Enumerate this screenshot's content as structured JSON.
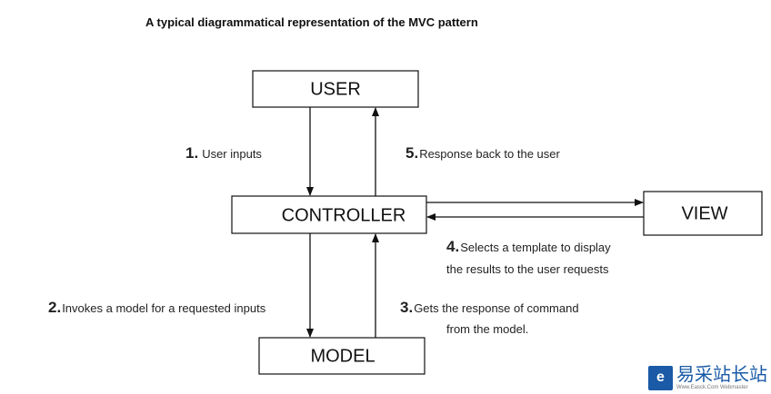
{
  "title": "A typical diagrammatical representation of the MVC pattern",
  "nodes": {
    "user": "USER",
    "controller": "CONTROLLER",
    "view": "VIEW",
    "model": "MODEL"
  },
  "edges": [
    {
      "num": "1.",
      "text": "User inputs",
      "from": "USER",
      "to": "CONTROLLER"
    },
    {
      "num": "2.",
      "text": "Invokes  a model for a requested inputs",
      "from": "CONTROLLER",
      "to": "MODEL"
    },
    {
      "num": "3.",
      "text": "Gets the response of command",
      "text2": "from the model.",
      "from": "MODEL",
      "to": "CONTROLLER"
    },
    {
      "num": "4.",
      "text": "Selects a template to display",
      "text2": "the results to the user requests",
      "from": "CONTROLLER",
      "to": "VIEW"
    },
    {
      "num": "5.",
      "text": "Response  back to the user",
      "from": "CONTROLLER",
      "to": "USER"
    }
  ],
  "watermark": {
    "text": "易采站长站",
    "sub": "Www.Easck.Com Webmaster",
    "color": "#1a5aa6"
  }
}
